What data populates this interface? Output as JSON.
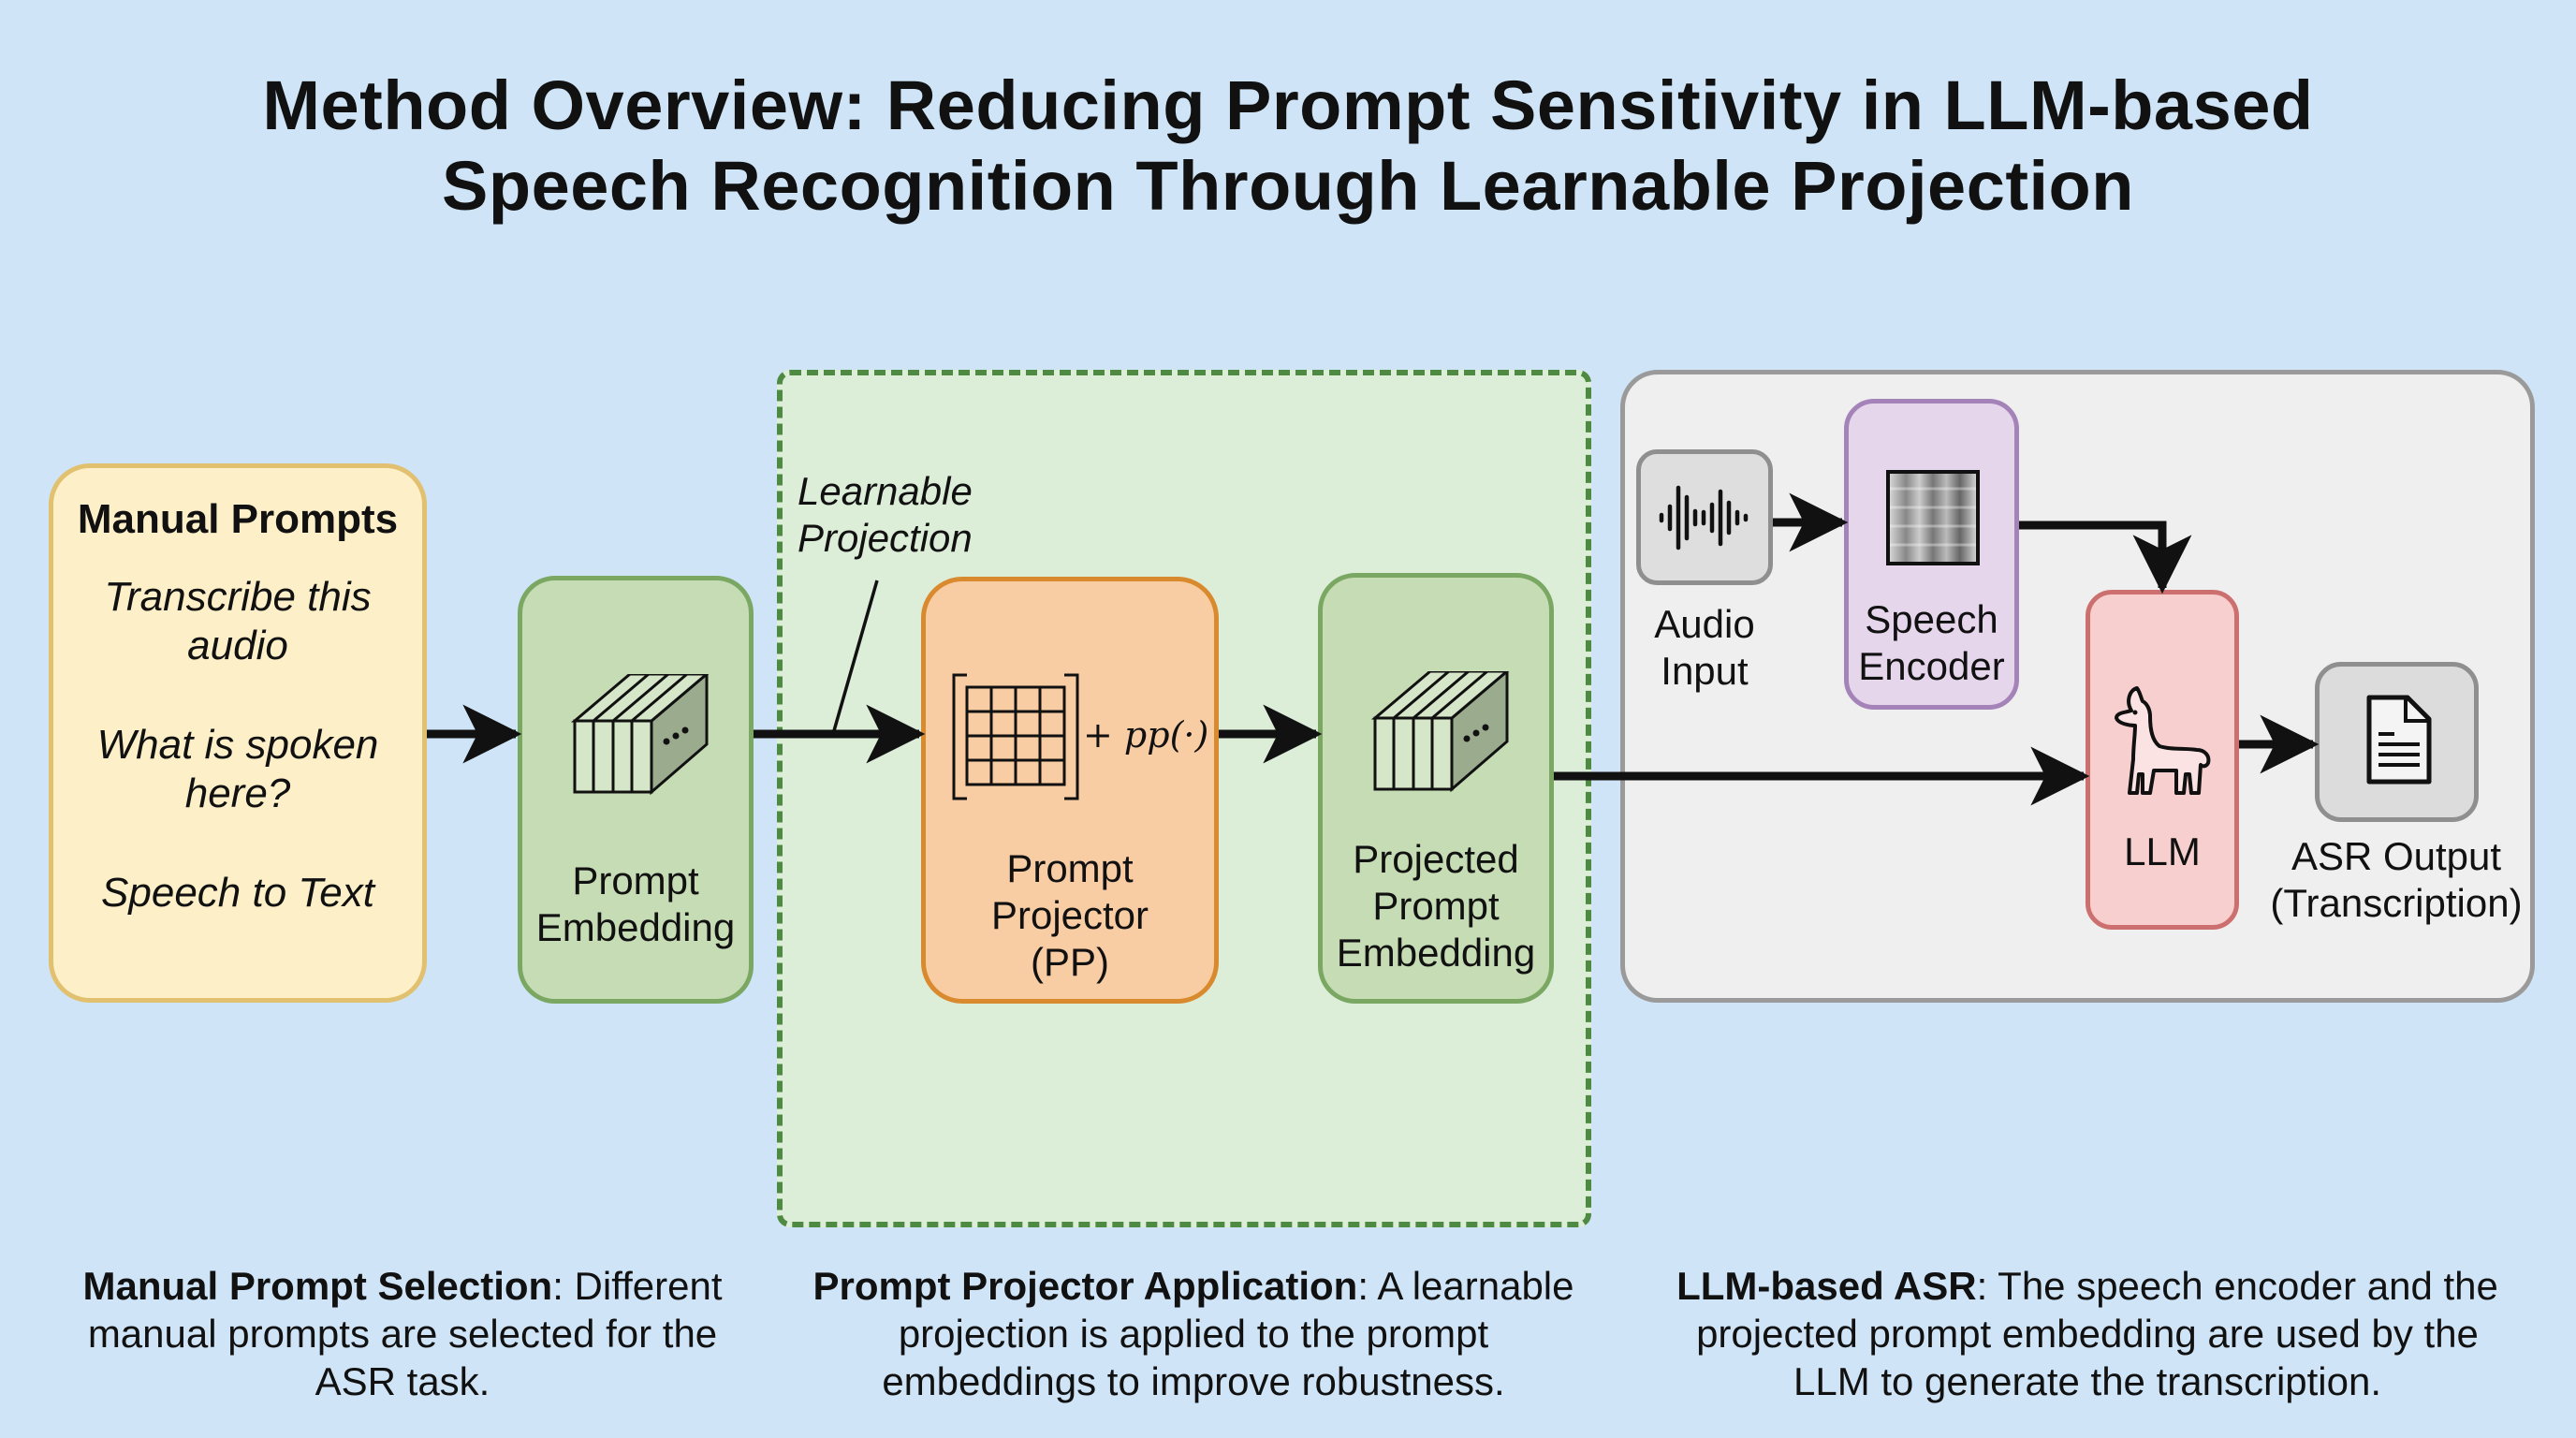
{
  "title": {
    "line1": "Method Overview: Reducing Prompt Sensitivity in LLM-based",
    "line2": "Speech Recognition Through Learnable Projection"
  },
  "manual_prompts": {
    "heading": "Manual Prompts",
    "prompts": [
      {
        "line1": "Transcribe this",
        "line2": "audio"
      },
      {
        "line1": "What is spoken",
        "line2": "here?"
      },
      {
        "line1": "Speech to Text",
        "line2": ""
      }
    ]
  },
  "prompt_embedding": {
    "line1": "Prompt",
    "line2": "Embedding",
    "icon": "embedding-tensor-icon"
  },
  "learnable_projection_label": {
    "line1": "Learnable",
    "line2": "Projection"
  },
  "prompt_projector": {
    "formula": "+ pp(·)",
    "line1": "Prompt",
    "line2": "Projector",
    "line3": "(PP)",
    "icon": "matrix-grid-icon"
  },
  "projected_embedding": {
    "line1": "Projected",
    "line2": "Prompt",
    "line3": "Embedding",
    "icon": "embedding-tensor-icon"
  },
  "asr_system": {
    "audio_input": {
      "line1": "Audio",
      "line2": "Input",
      "icon": "waveform-icon"
    },
    "speech_encoder": {
      "line1": "Speech",
      "line2": "Encoder",
      "icon": "spectrogram-icon"
    },
    "llm": {
      "label": "LLM",
      "icon": "llama-icon"
    },
    "output": {
      "line1": "ASR Output",
      "line2": "(Transcription)",
      "icon": "document-icon"
    }
  },
  "captions": [
    {
      "bold": "Manual Prompt Selection",
      "text": ": Different manual prompts are selected for the ASR task."
    },
    {
      "bold": "Prompt Projector Application",
      "text": ": A learnable projection is applied to the prompt embeddings to improve robustness."
    },
    {
      "bold": "LLM-based ASR",
      "text": ": The speech encoder and the projected prompt embedding are used by the LLM to generate the transcription."
    }
  ],
  "colors": {
    "background": "#cfe4f6",
    "manual_fill": "#fdf0c9",
    "embedding_fill": "#c6dcb4",
    "projector_fill": "#f9cda4",
    "encoder_fill": "#e6d6ec",
    "llm_fill": "#f8cfcf",
    "asr_panel_fill": "#efefef"
  }
}
